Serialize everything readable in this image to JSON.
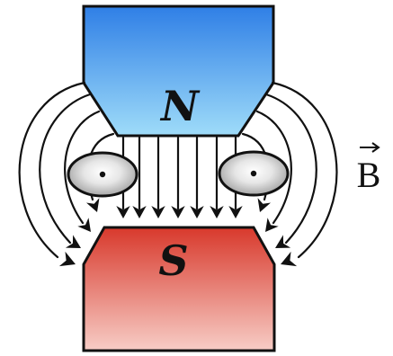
{
  "diagram": {
    "north_pole": {
      "label": "N",
      "color_top": "#2f7fe6",
      "color_bottom": "#9fdcf9"
    },
    "south_pole": {
      "label": "S",
      "color_top": "#d8392c",
      "color_bottom": "#f7cdc6"
    },
    "field": {
      "label": "B",
      "has_vector_arrow": true,
      "line_color": "#111111"
    },
    "conductor_loops": {
      "count": 2,
      "marker": "dot",
      "fill_color": "#d9d9d9"
    }
  }
}
